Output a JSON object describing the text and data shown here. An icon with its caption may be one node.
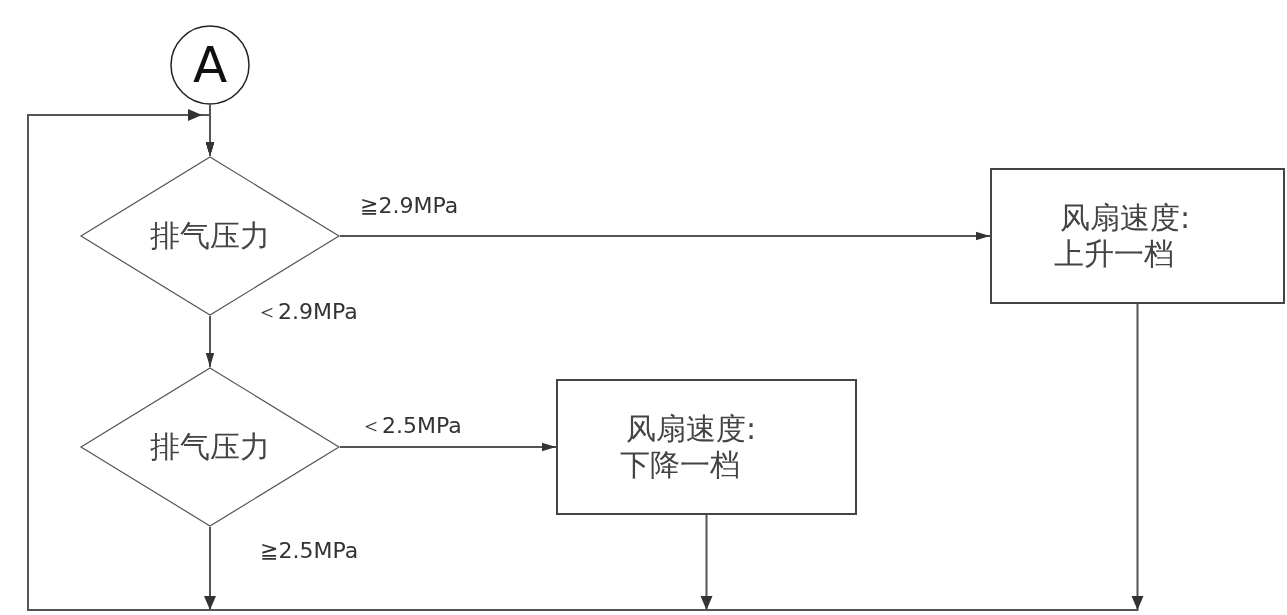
{
  "diagram": {
    "nodes": [
      {
        "text": [
          "A"
        ]
      },
      {
        "text": [
          "排气压力"
        ]
      },
      {
        "text": [
          "风扇速度:",
          "上升一档"
        ]
      },
      {
        "text": [
          "排气压力"
        ]
      },
      {
        "text": [
          "风扇速度:",
          "下降一档"
        ]
      }
    ],
    "edges": [
      {
        "from": 0,
        "to": 1,
        "arrow": "to"
      },
      {
        "from": 1,
        "to": 2,
        "arrow": "to",
        "label": "≧2.9MPa"
      },
      {
        "from": 1,
        "to": 3,
        "arrow": "to",
        "label": "＜2.9MPa"
      },
      {
        "from": 3,
        "to": 4,
        "arrow": "to",
        "label": "＜2.5MPa"
      },
      {
        "from": 3,
        "to": 1,
        "arrow": "to",
        "label": "≧2.5MPa"
      },
      {
        "from": 4,
        "to": 1,
        "arrow": "to"
      },
      {
        "from": 2,
        "to": 1,
        "arrow": "to"
      }
    ]
  }
}
